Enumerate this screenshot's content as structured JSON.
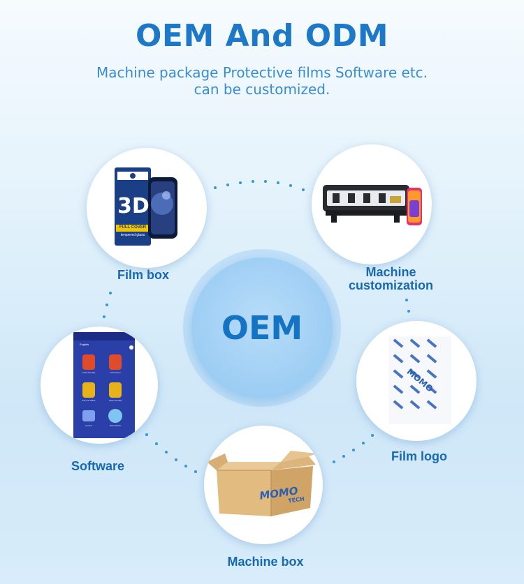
{
  "header": {
    "title": "OEM And ODM",
    "subtitle_line1": "Machine package Protective films Software etc.",
    "subtitle_line2": "can be customized."
  },
  "center": {
    "label": "OEM"
  },
  "nodes": {
    "film_box": {
      "label": "Film box",
      "product_text": "3D",
      "product_caption": "FULL COVER",
      "product_subcaption": "tempered glass"
    },
    "machine": {
      "label_line1": "Machine",
      "label_line2": "customization"
    },
    "software": {
      "label": "Software",
      "screen_language": "English",
      "apps": [
        "Case Friendly",
        "Full Screen",
        "Full and Sides",
        "Case Friendly",
        "camera",
        "Wrist Watch"
      ]
    },
    "film_logo": {
      "label": "Film logo",
      "logo_text": "MOMO"
    },
    "machine_box": {
      "label": "Machine box",
      "brand_top": "MOMO",
      "brand_bottom": "TECH"
    }
  },
  "colors": {
    "title": "#1e78c8",
    "subtitle": "#3a8cd0",
    "label": "#1769b3",
    "center_circle": "#9ccdf4",
    "dots": "#3a95d6"
  }
}
